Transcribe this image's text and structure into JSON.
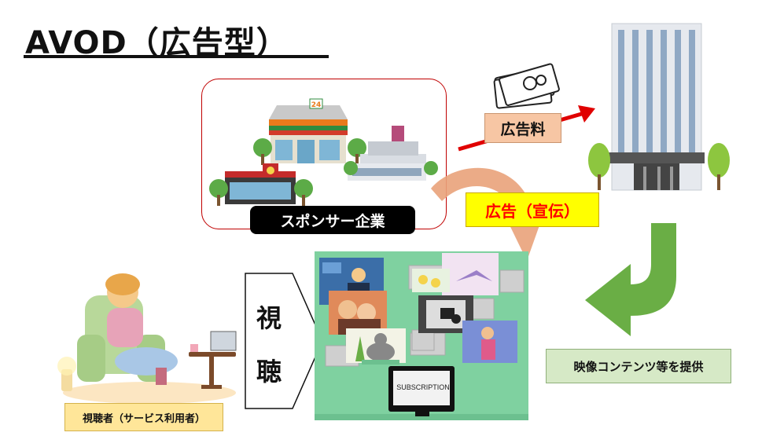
{
  "title": "AVOD（広告型）",
  "sponsor": {
    "label": "スポンサー企業"
  },
  "flows": {
    "fee_label": "広告料",
    "ad_label": "広告（宣伝）",
    "content_label": "映像コンテンツ等を提供"
  },
  "viewer": {
    "label": "視聴者（サービス利用者）",
    "viewing_char_1": "視",
    "viewing_char_2": "聴"
  },
  "device": {
    "screen_text": "SUBSCRIPTION"
  },
  "icons": [
    "store-icon",
    "building-icon",
    "money-icon",
    "tree-icon",
    "cat-icon",
    "camera-icon",
    "monitor-icon"
  ],
  "colors": {
    "accent_red": "#e00000",
    "ad_yellow": "#ffff00",
    "fee_peach": "#f7c6a4",
    "content_green": "#7fd1a0",
    "arrow_green": "#6aae45",
    "arrow_peach": "#e9a27a"
  }
}
